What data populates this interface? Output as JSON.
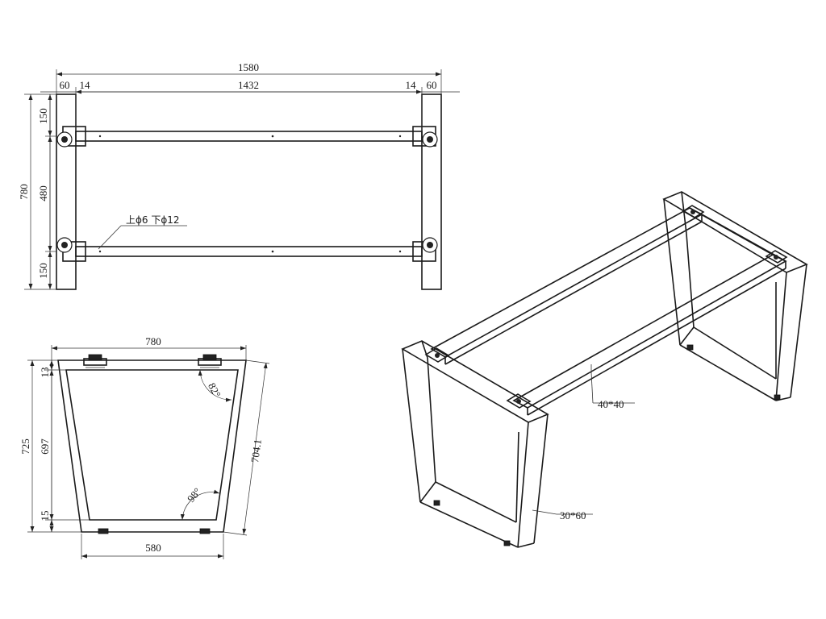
{
  "top_view": {
    "overall_length": "1580",
    "leg_width_left": "60",
    "gap_left": "14",
    "inner_length": "1432",
    "gap_right": "14",
    "leg_width_right": "60",
    "overall_depth": "780",
    "edge_top": "150",
    "rail_spacing": "480",
    "edge_bottom": "150",
    "hole_note": "上ϕ6 下ϕ12"
  },
  "side_view": {
    "top_width": "780",
    "bottom_width": "580",
    "overall_height": "725",
    "top_offset": "13",
    "inner_height": "697",
    "bottom_offset": "15",
    "slant_length": "704.1",
    "top_angle": "82°",
    "bottom_angle": "98°"
  },
  "iso_view": {
    "rail_size": "40*40",
    "leg_size": "30*60"
  }
}
